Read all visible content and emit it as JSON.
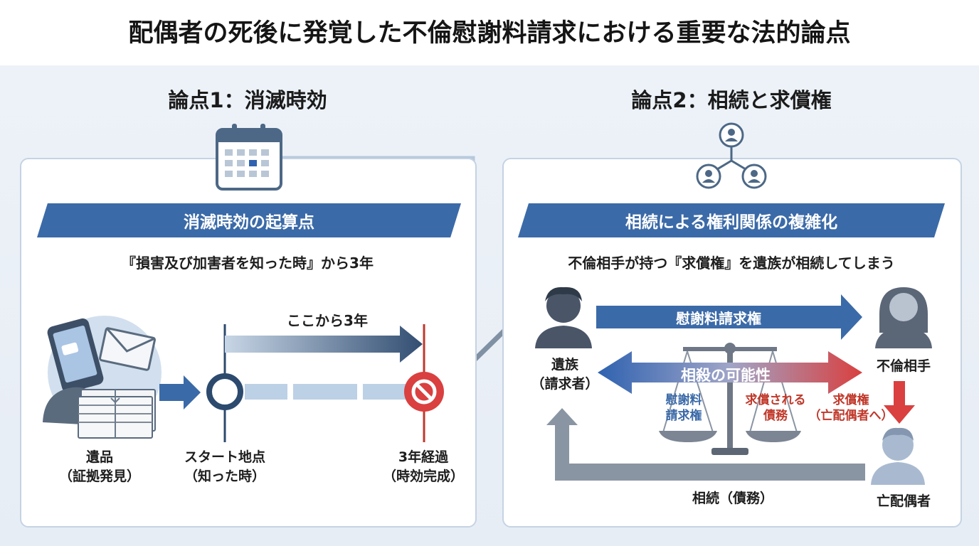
{
  "title": "配偶者の死後に発覚した不倫慰謝料請求における重要な法的論点",
  "left": {
    "heading": "論点1：消滅時効",
    "banner": "消滅時効の起算点",
    "subtitle": "『損害及び加害者を知った時』から3年",
    "arrow_label": "ここから3年",
    "evidence_label_1": "遺品",
    "evidence_label_2": "（証拠発見）",
    "start_label_1": "スタート地点",
    "start_label_2": "（知った時）",
    "end_label_1": "3年経過",
    "end_label_2": "（時効完成）"
  },
  "right": {
    "heading": "論点2：相続と求償権",
    "banner": "相続による権利関係の複雑化",
    "subtitle": "不倫相手が持つ『求償権』を遺族が相続してしまう",
    "claim_label": "慰謝料請求権",
    "offset_label": "相殺の可能性",
    "bereaved_label_1": "遺族",
    "bereaved_label_2": "（請求者）",
    "partner_label": "不倫相手",
    "deceased_label": "亡配偶者",
    "scale_left_1": "慰謝料",
    "scale_left_2": "請求権",
    "scale_right_1": "求償される",
    "scale_right_2": "債務",
    "recourse_1": "求償権",
    "recourse_2": "（亡配偶者へ）",
    "inherit_label": "相続（債務）"
  },
  "colors": {
    "blue": "#3b6aa8",
    "red": "#d9403f",
    "gray": "#8a95a3",
    "navy": "#2c4a6e"
  },
  "icons": [
    "calendar-icon",
    "network-icon",
    "smartphone-icon",
    "envelope-icon",
    "letters-icon",
    "prohibited-icon",
    "person-icon",
    "scale-icon"
  ]
}
